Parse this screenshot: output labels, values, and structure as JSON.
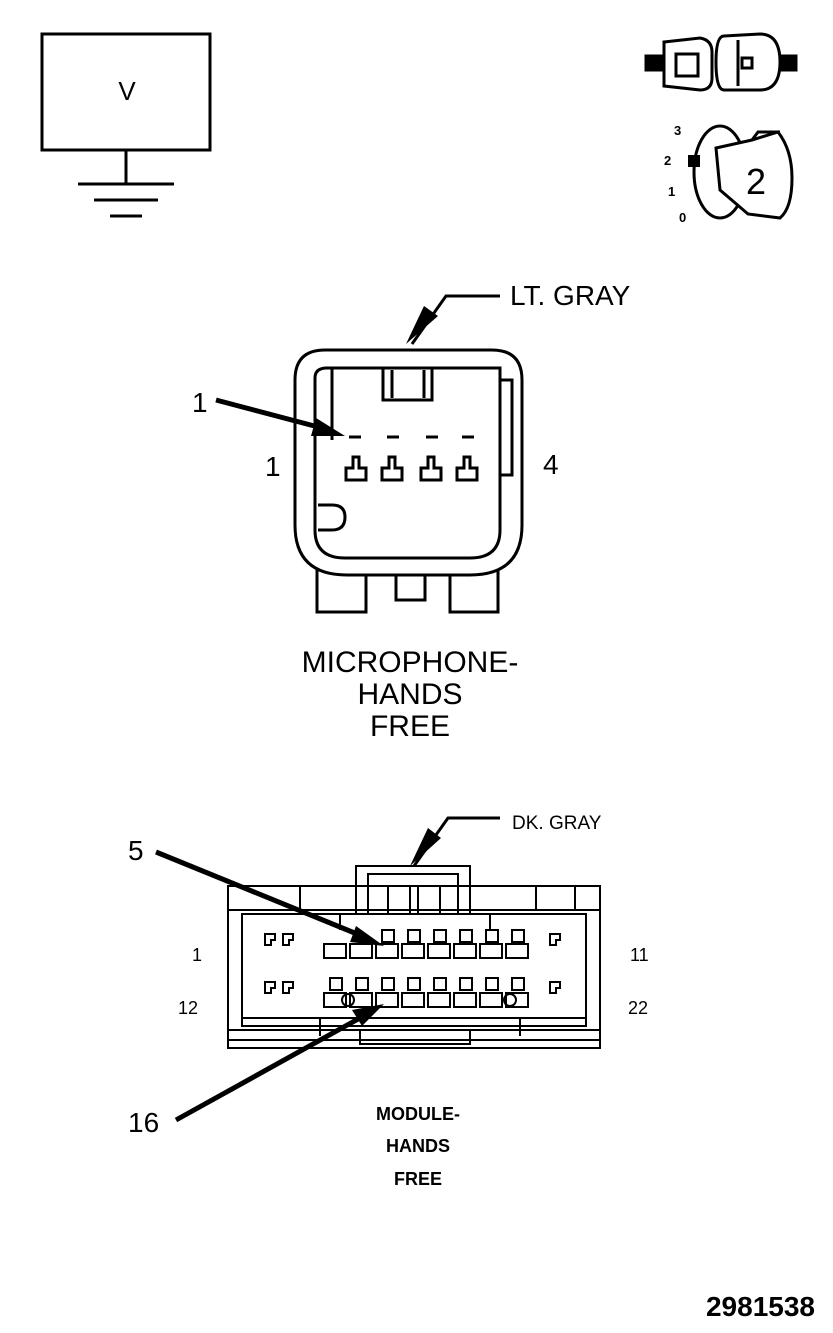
{
  "voltmeter": {
    "label": "V"
  },
  "ignition": {
    "positions": [
      "3",
      "2",
      "1",
      "0"
    ],
    "key_position": "2"
  },
  "microphone_connector": {
    "color_label": "LT. GRAY",
    "pin_callout": "1",
    "pin_left": "1",
    "pin_right": "4",
    "title_lines": [
      "MICROPHONE-",
      "HANDS",
      "FREE"
    ]
  },
  "module_connector": {
    "color_label": "DK. GRAY",
    "callout_top": "5",
    "callout_bottom": "16",
    "row1_left": "1",
    "row1_right": "11",
    "row2_left": "12",
    "row2_right": "22",
    "title_lines": [
      "MODULE-",
      "HANDS",
      "FREE"
    ]
  },
  "figure_id": "2981538"
}
